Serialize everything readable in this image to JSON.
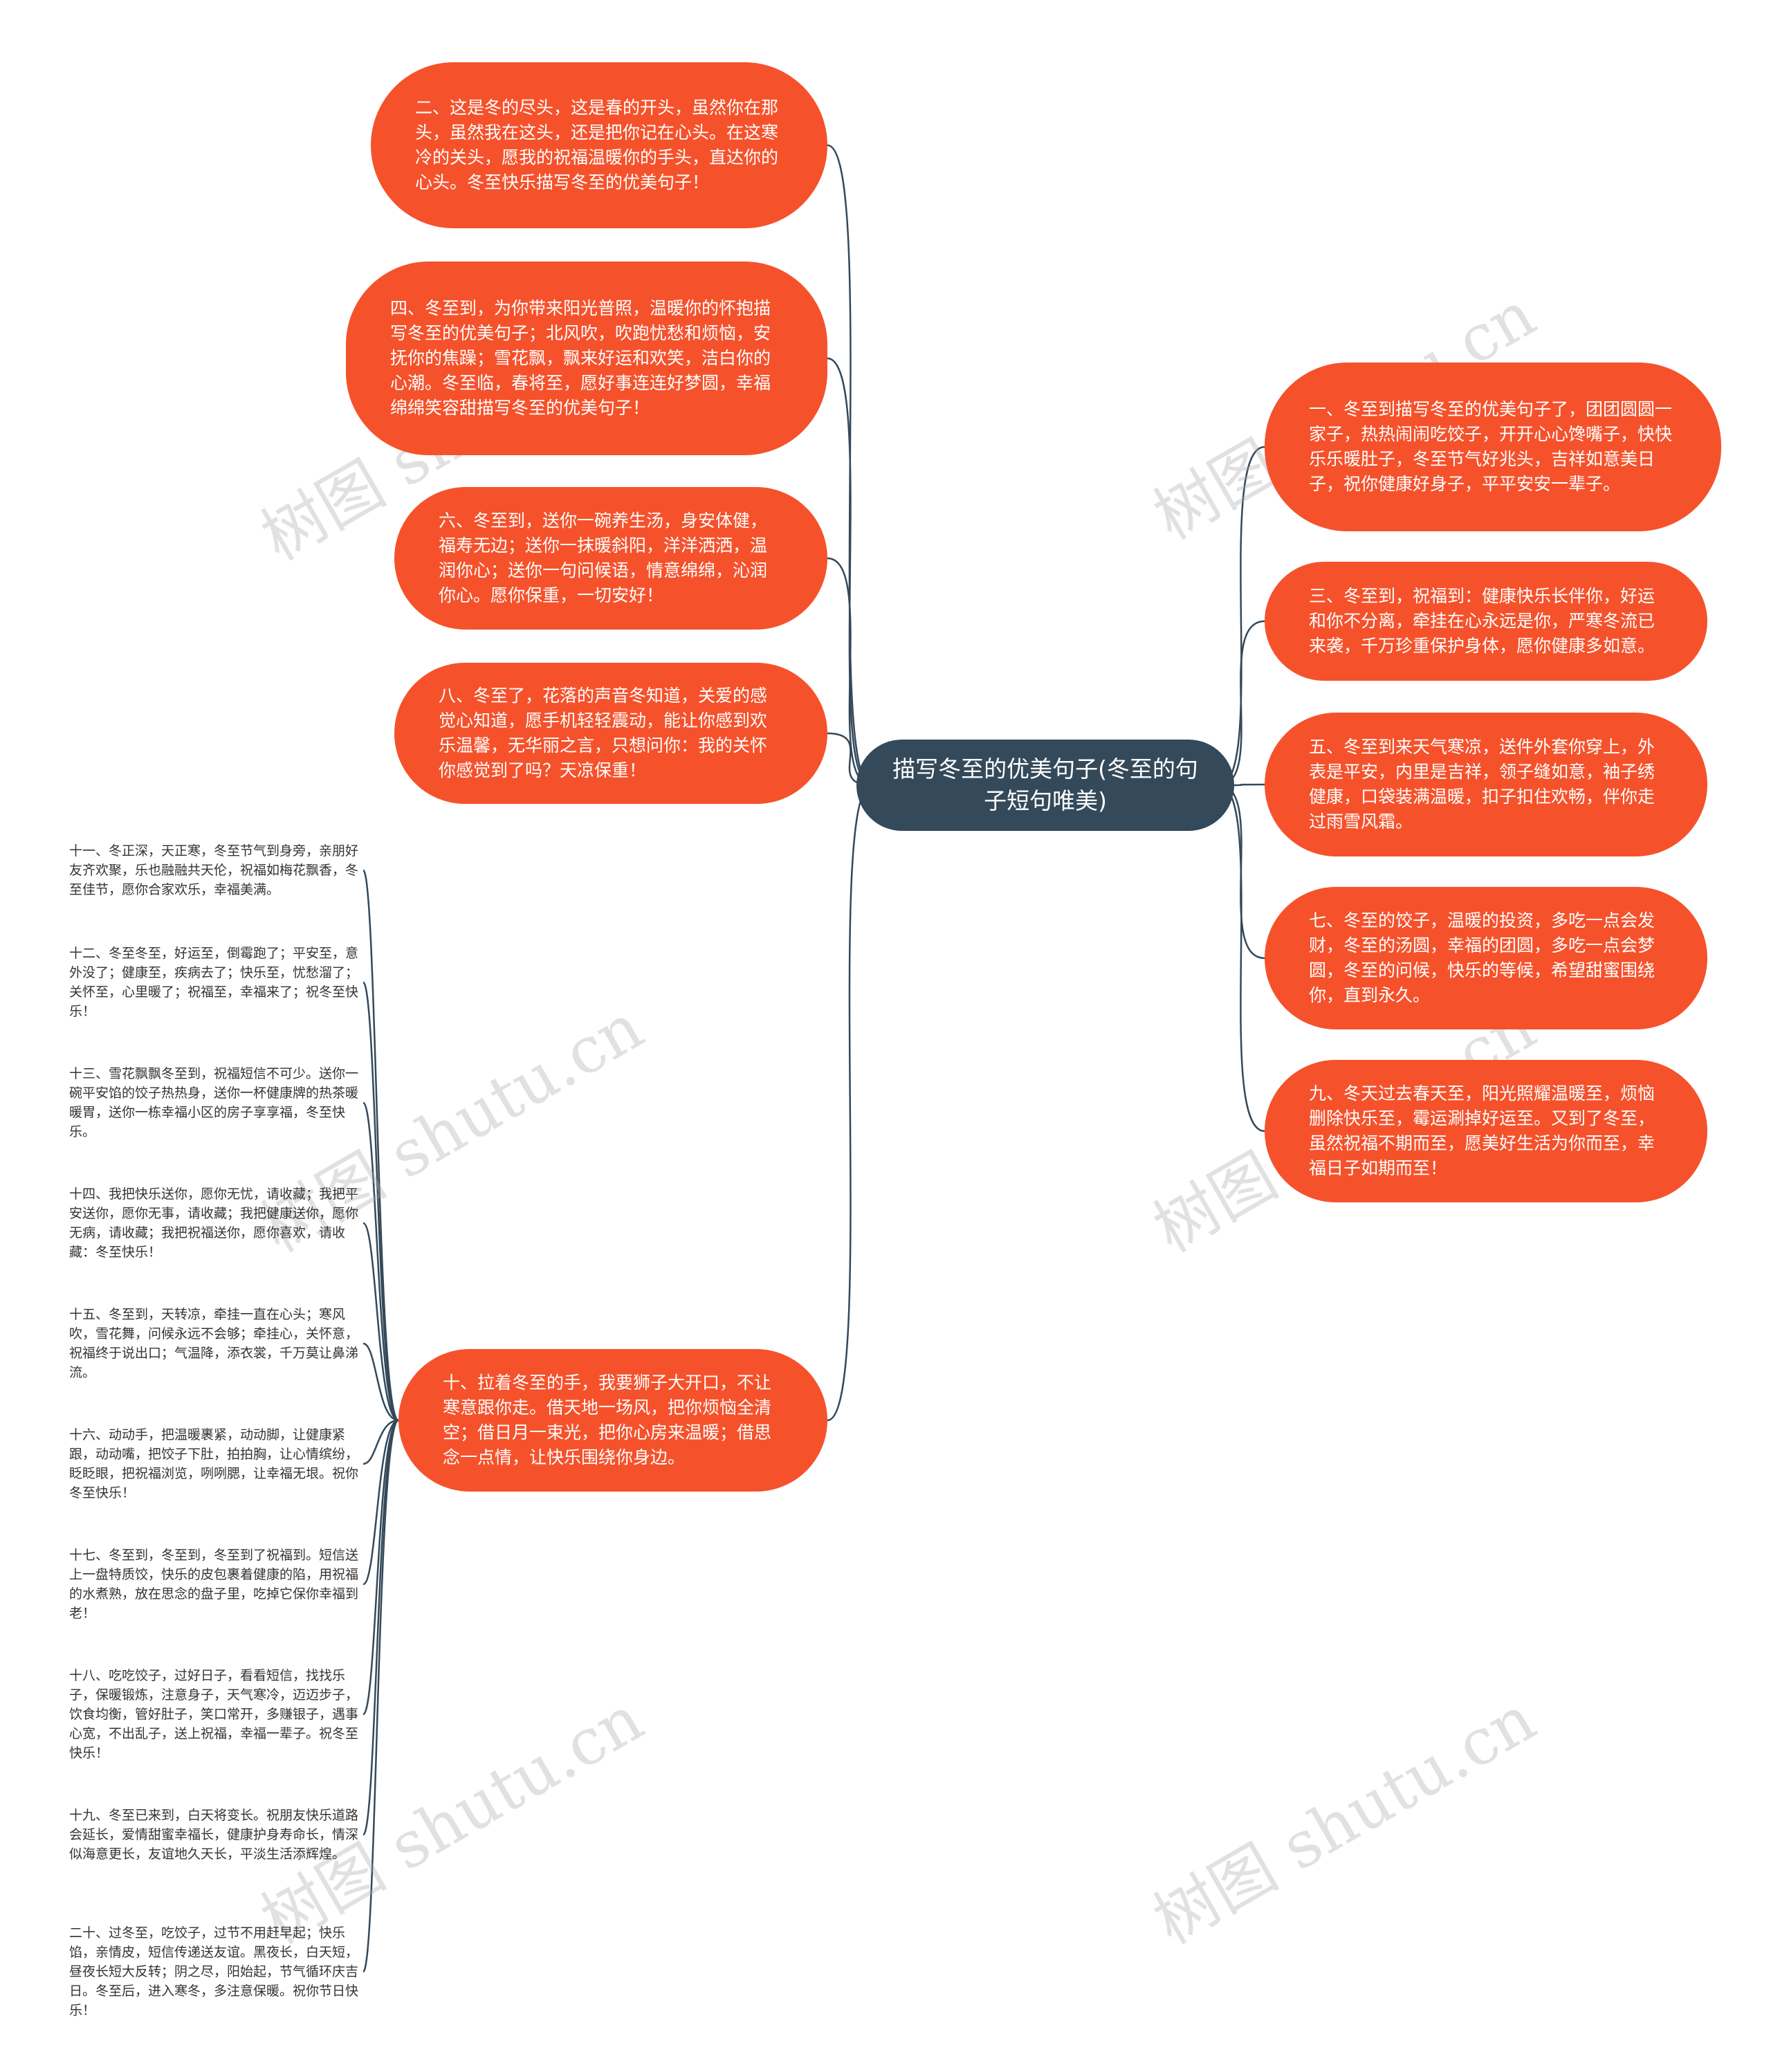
{
  "colors": {
    "node": "#f5522c",
    "center": "#34495a",
    "line": "#34495a",
    "leaf_text": "#333333"
  },
  "center": {
    "text": "描写冬至的优美句子(冬至的句子短句唯美)"
  },
  "left_nodes": [
    {
      "text": "二、这是冬的尽头，这是春的开头，虽然你在那头，虽然我在这头，还是把你记在心头。在这寒冷的关头，愿我的祝福温暖你的手头，直达你的心头。冬至快乐描写冬至的优美句子！"
    },
    {
      "text": "四、冬至到，为你带来阳光普照，温暖你的怀抱描写冬至的优美句子；北风吹，吹跑忧愁和烦恼，安抚你的焦躁；雪花飘，飘来好运和欢笑，洁白你的心潮。冬至临，春将至，愿好事连连好梦圆，幸福绵绵笑容甜描写冬至的优美句子！"
    },
    {
      "text": "六、冬至到，送你一碗养生汤，身安体健，福寿无边；送你一抹暖斜阳，洋洋洒洒，温润你心；送你一句问候语，情意绵绵，沁润你心。愿你保重，一切安好！"
    },
    {
      "text": "八、冬至了，花落的声音冬知道，关爱的感觉心知道，愿手机轻轻震动，能让你感到欢乐温馨，无华丽之言，只想问你：我的关怀你感觉到了吗？天凉保重！"
    },
    {
      "text": "十、拉着冬至的手，我要狮子大开口，不让寒意跟你走。借天地一场风，把你烦恼全清空；借日月一束光，把你心房来温暖；借思念一点情，让快乐围绕你身边。"
    }
  ],
  "right_nodes": [
    {
      "text": "一、冬至到描写冬至的优美句子了，团团圆圆一家子，热热闹闹吃饺子，开开心心馋嘴子，快快乐乐暖肚子，冬至节气好兆头，吉祥如意美日子，祝你健康好身子，平平安安一辈子。"
    },
    {
      "text": "三、冬至到，祝福到：健康快乐长伴你，好运和你不分离，牵挂在心永远是你，严寒冬流已来袭，千万珍重保护身体，愿你健康多如意。"
    },
    {
      "text": "五、冬至到来天气寒凉，送件外套你穿上，外表是平安，内里是吉祥，领子缝如意，袖子绣健康，口袋装满温暖，扣子扣住欢畅，伴你走过雨雪风霜。"
    },
    {
      "text": "七、冬至的饺子，温暖的投资，多吃一点会发财，冬至的汤圆，幸福的团圆，多吃一点会梦圆，冬至的问候，快乐的等候，希望甜蜜围绕你，直到永久。"
    },
    {
      "text": "九、冬天过去春天至，阳光照耀温暖至，烦恼删除快乐至，霉运涮掉好运至。又到了冬至，虽然祝福不期而至，愿美好生活为你而至，幸福日子如期而至！"
    }
  ],
  "leaves": [
    {
      "text": "十一、冬正深，天正寒，冬至节气到身旁，亲朋好友齐欢聚，乐也融融共天伦，祝福如梅花飘香，冬至佳节，愿你合家欢乐，幸福美满。"
    },
    {
      "text": "十二、冬至冬至，好运至，倒霉跑了；平安至，意外没了；健康至，疾病去了；快乐至，忧愁溜了；关怀至，心里暖了；祝福至，幸福来了；祝冬至快乐！"
    },
    {
      "text": "十三、雪花飘飘冬至到，祝福短信不可少。送你一碗平安馅的饺子热热身，送你一杯健康牌的热茶暖暖胃，送你一栋幸福小区的房子享享福，冬至快乐。"
    },
    {
      "text": "十四、我把快乐送你，愿你无忧，请收藏；我把平安送你，愿你无事，请收藏；我把健康送你，愿你无病，请收藏；我把祝福送你，愿你喜欢，请收藏：冬至快乐！"
    },
    {
      "text": "十五、冬至到，天转凉，牵挂一直在心头；寒风吹，雪花舞，问候永远不会够；牵挂心，关怀意，祝福终于说出口；气温降，添衣裳，千万莫让鼻涕流。"
    },
    {
      "text": "十六、动动手，把温暖裹紧，动动脚，让健康紧跟，动动嘴，把饺子下肚，拍拍胸，让心情缤纷，眨眨眼，把祝福浏览，咧咧腮，让幸福无垠。祝你冬至快乐！"
    },
    {
      "text": "十七、冬至到，冬至到，冬至到了祝福到。短信送上一盘特质饺，快乐的皮包裹着健康的陷，用祝福的水煮熟，放在思念的盘子里，吃掉它保你幸福到老！"
    },
    {
      "text": "十八、吃吃饺子，过好日子，看看短信，找找乐子，保暖锻炼，注意身子，天气寒冷，迈迈步子，饮食均衡，管好肚子，笑口常开，多赚银子，遇事心宽，不出乱子，送上祝福，幸福一辈子。祝冬至快乐！"
    },
    {
      "text": "十九、冬至已来到，白天将变长。祝朋友快乐道路会延长，爱情甜蜜幸福长，健康护身寿命长，情深似海意更长，友谊地久天长，平淡生活添辉煌。"
    },
    {
      "text": "二十、过冬至，吃饺子，过节不用赶早起；快乐馅，亲情皮，短信传递送友谊。黑夜长，白天短，昼夜长短大反转；阴之尽，阳始起，节气循环庆吉日。冬至后，进入寒冬，多注意保暖。祝你节日快乐！"
    }
  ],
  "watermarks": [
    "树图 shutu.cn",
    "树图 shutu.cn",
    "树图 shutu.cn",
    "树图 shutu.cn",
    "树图 shutu.cn",
    "树图 shutu.cn"
  ]
}
